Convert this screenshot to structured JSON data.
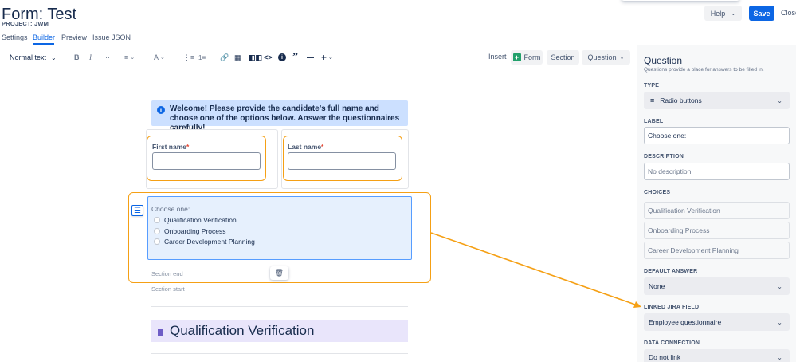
{
  "header": {
    "title": "Form: Test",
    "project": "PROJECT: JWM",
    "help_label": "Help",
    "save_label": "Save",
    "close_label": "Close"
  },
  "tabs": [
    {
      "label": "Settings",
      "active": false
    },
    {
      "label": "Builder",
      "active": true
    },
    {
      "label": "Preview",
      "active": false
    },
    {
      "label": "Issue JSON",
      "active": false
    }
  ],
  "toolbar": {
    "text_style": "Normal text",
    "more": "···",
    "insert_label": "Insert",
    "form_label": "Form",
    "section_label": "Section",
    "question_label": "Question"
  },
  "form": {
    "info_text": "Welcome! Please provide the candidate’s full name and choose one of the options below. Answer the questionnaires carefully!",
    "first_name_label": "First name",
    "last_name_label": "Last name",
    "required_mark": "*",
    "question_label": "Choose one:",
    "options": [
      "Qualification Verification",
      "Onboarding Process",
      "Career Development Planning"
    ],
    "section_end": "Section end",
    "section_start": "Section start",
    "section_title": "Qualification Verification"
  },
  "panel": {
    "title": "Question",
    "subtitle": "Questions provide a place for answers to be filled in.",
    "type_label": "TYPE",
    "type_value": "Radio buttons",
    "label_label": "LABEL",
    "label_value": "Choose one:",
    "description_label": "DESCRIPTION",
    "description_placeholder": "No description",
    "choices_label": "CHOICES",
    "choices": [
      "Qualification Verification",
      "Onboarding Process",
      "Career Development Planning"
    ],
    "default_answer_label": "DEFAULT ANSWER",
    "default_answer_value": "None",
    "linked_field_label": "LINKED JIRA FIELD",
    "linked_field_value": "Employee questionnaire",
    "data_connection_label": "DATA CONNECTION",
    "data_connection_value": "Do not link"
  },
  "colors": {
    "accent": "#0c66e4",
    "highlight": "#f5a015",
    "info_bg": "#cce0ff",
    "section_bg": "#e9e5fb"
  },
  "icons": [
    "chevron-down-icon",
    "bold-icon",
    "italic-icon",
    "align-icon",
    "text-color-icon",
    "bullet-list-icon",
    "numbered-list-icon",
    "link-icon",
    "table-icon",
    "layout-icon",
    "code-icon",
    "info-icon",
    "quote-icon",
    "divider-icon",
    "plus-icon",
    "form-icon",
    "radio-icon",
    "drag-handle-icon",
    "trash-icon",
    "section-icon"
  ]
}
